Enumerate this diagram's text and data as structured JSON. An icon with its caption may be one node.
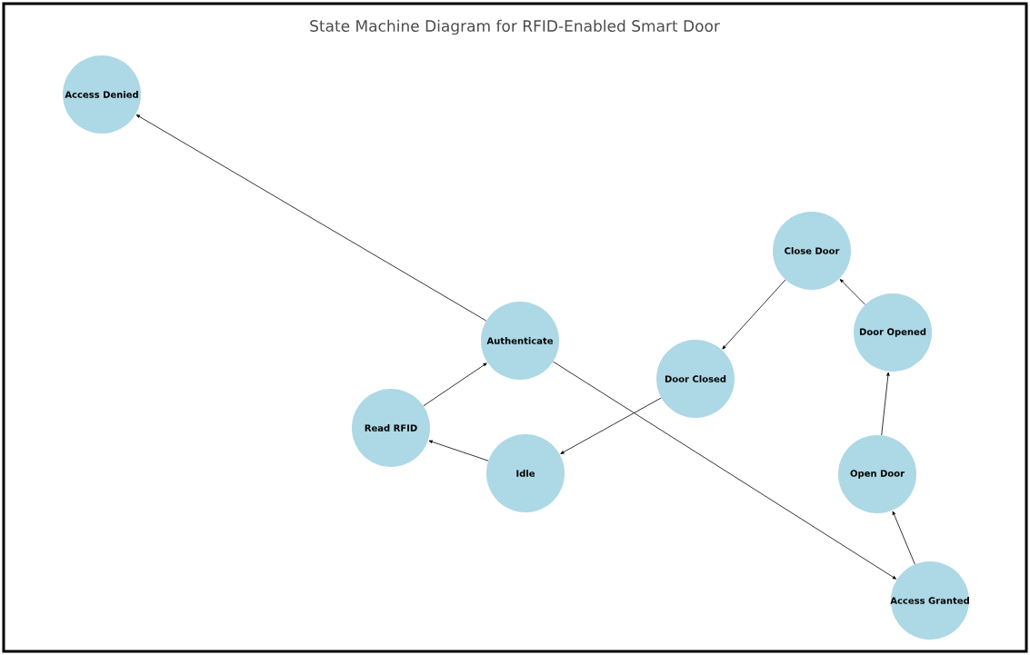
{
  "diagram": {
    "title": "State Machine Diagram for RFID-Enabled Smart Door",
    "nodes": [
      {
        "text": [
          "Access Denied"
        ]
      },
      {
        "text": [
          "Close Door"
        ]
      },
      {
        "text": [
          "Authenticate"
        ]
      },
      {
        "text": [
          "Door Opened"
        ]
      },
      {
        "text": [
          "Door Closed"
        ]
      },
      {
        "text": [
          "Read RFID"
        ]
      },
      {
        "text": [
          "Idle"
        ]
      },
      {
        "text": [
          "Open Door"
        ]
      },
      {
        "text": [
          "Access Granted"
        ]
      }
    ],
    "edges": [
      {
        "from": 6,
        "to": 5,
        "arrow": "to"
      },
      {
        "from": 5,
        "to": 2,
        "arrow": "to"
      },
      {
        "from": 2,
        "to": 0,
        "arrow": "to"
      },
      {
        "from": 2,
        "to": 8,
        "arrow": "to"
      },
      {
        "from": 8,
        "to": 7,
        "arrow": "to"
      },
      {
        "from": 7,
        "to": 3,
        "arrow": "to"
      },
      {
        "from": 3,
        "to": 1,
        "arrow": "to"
      },
      {
        "from": 1,
        "to": 4,
        "arrow": "to"
      },
      {
        "from": 4,
        "to": 6,
        "arrow": "to"
      }
    ]
  }
}
